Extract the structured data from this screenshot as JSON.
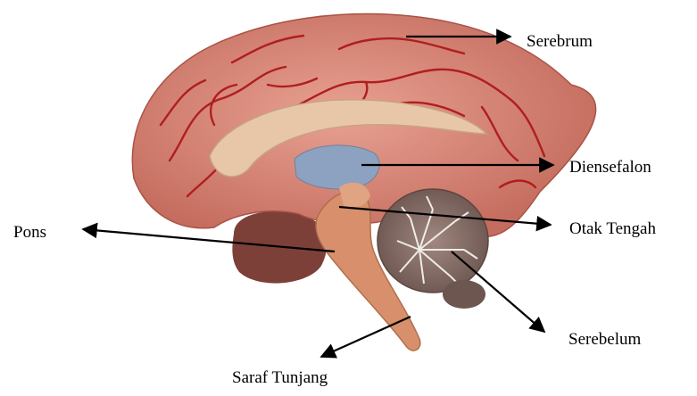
{
  "diagram": {
    "labels": {
      "serebrum": "Serebrum",
      "diensefalon": "Diensefalon",
      "pons": "Pons",
      "otak_tengah": "Otak Tengah",
      "serebelum": "Serebelum",
      "saraf_tunjang": "Saraf Tunjang"
    },
    "colors": {
      "cortex": "#d98a7a",
      "cortex_dark": "#b2574c",
      "vessel": "#b01e1e",
      "corpus_callosum": "#e8c7a8",
      "diencephalon": "#8da2c0",
      "brainstem": "#d7906b",
      "cerebellum": "#8a7068",
      "cerebellum_tree": "#f0ece6",
      "arrow": "#000000"
    }
  }
}
